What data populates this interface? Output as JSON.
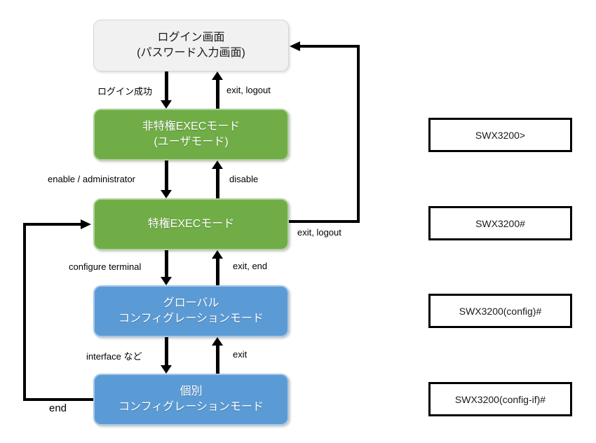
{
  "modes": {
    "login": {
      "line1": "ログイン画面",
      "line2": "(パスワード入力画面)"
    },
    "user_exec": {
      "line1": "非特権EXECモード",
      "line2": "(ユーザモード)"
    },
    "priv_exec": {
      "line1": "特権EXECモード"
    },
    "global_config": {
      "line1": "グローバル",
      "line2": "コンフィグレーションモード"
    },
    "individual_config": {
      "line1": "個別",
      "line2": "コンフィグレーションモード"
    }
  },
  "transitions": {
    "login_success": "ログイン成功",
    "exit_logout_user": "exit, logout",
    "enable_administrator": "enable / administrator",
    "disable": "disable",
    "configure_terminal": "configure terminal",
    "exit_end": "exit, end",
    "interface_etc": "interface など",
    "exit": "exit",
    "end": "end",
    "exit_logout_priv": "exit, logout"
  },
  "prompts": {
    "user_exec": "SWX3200>",
    "priv_exec": "SWX3200#",
    "global_config": "SWX3200(config)#",
    "individual_config": "SWX3200(config-if)#"
  },
  "colors": {
    "exec_mode_green": "#70ad47",
    "config_mode_blue": "#5b9bd5",
    "login_screen_gray": "#f1f1f1",
    "arrow_black": "#000000"
  }
}
